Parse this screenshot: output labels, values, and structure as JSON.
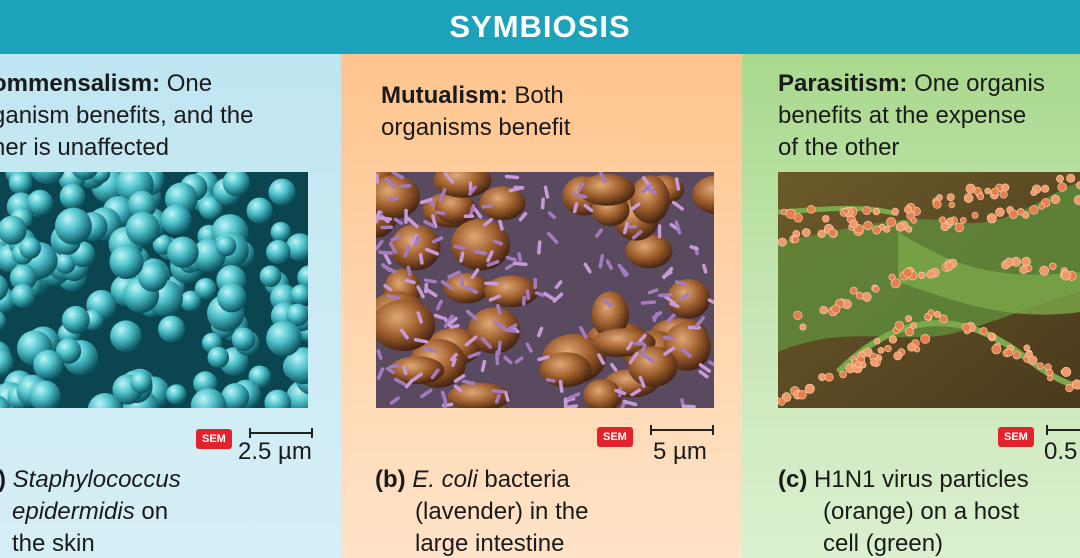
{
  "banner": {
    "title": "SYMBIOSIS",
    "color": "#1da3b9"
  },
  "panels": [
    {
      "heading_bold": "ommensalism:",
      "heading_rest": " One",
      "heading_line2": "ganism benefits, and the",
      "heading_line3": "her is unaffected",
      "badge": "SEM",
      "scale": "2.5 µm",
      "caption_prefix": ")",
      "caption_line1": "Staphylococcus",
      "caption_line2": "epidermidis",
      "caption_line2b": " on",
      "caption_line3": "the skin",
      "color": "#bfe6f1"
    },
    {
      "heading_bold": "Mutualism:",
      "heading_rest": " Both",
      "heading_line2": "organisms benefit",
      "badge": "SEM",
      "scale": "5 µm",
      "caption_prefix": "(b)",
      "caption_line1": "E. coli",
      "caption_line1b": "  bacteria",
      "caption_line2": "(lavender) in the",
      "caption_line3": "large intestine",
      "color": "#ffc48d"
    },
    {
      "heading_bold": "Parasitism:",
      "heading_rest": " One organis",
      "heading_line2": "benefits at the expense",
      "heading_line3": "of the other",
      "badge": "SEM",
      "scale": "0.5",
      "caption_prefix": "(c)",
      "caption_line1": "H1N1 virus particles",
      "caption_line2": "(orange) on a host",
      "caption_line3": "cell (green)",
      "color": "#a9d98d"
    }
  ]
}
